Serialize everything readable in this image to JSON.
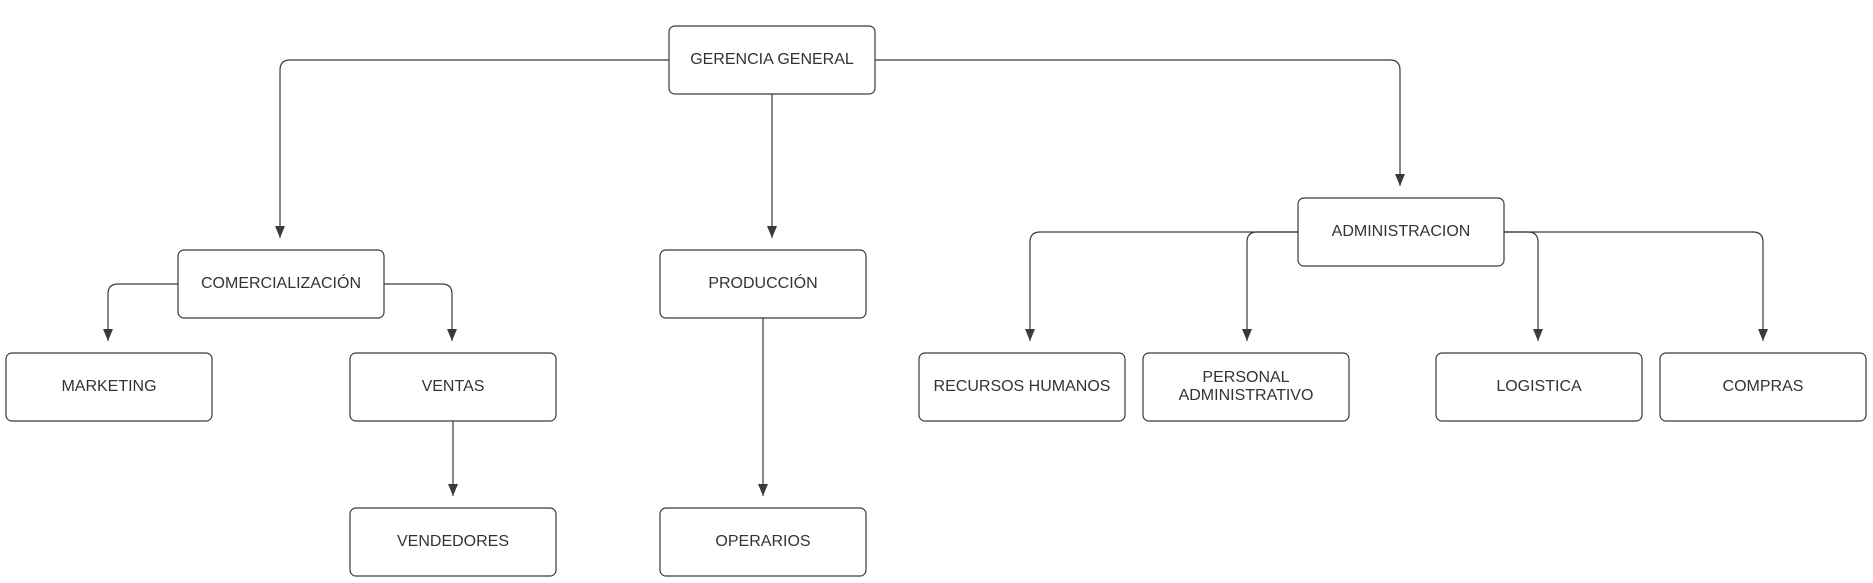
{
  "colors": {
    "background": "#ffffff",
    "stroke": "#3a3a3a",
    "text": "#333333"
  },
  "nodes": [
    {
      "id": "gerencia",
      "lines": [
        "GERENCIA GENERAL"
      ]
    },
    {
      "id": "comercializacion",
      "lines": [
        "COMERCIALIZACIÓN"
      ]
    },
    {
      "id": "produccion",
      "lines": [
        "PRODUCCIÓN"
      ]
    },
    {
      "id": "administracion",
      "lines": [
        "ADMINISTRACION"
      ]
    },
    {
      "id": "marketing",
      "lines": [
        "MARKETING"
      ]
    },
    {
      "id": "ventas",
      "lines": [
        "VENTAS"
      ]
    },
    {
      "id": "vendedores",
      "lines": [
        "VENDEDORES"
      ]
    },
    {
      "id": "operarios",
      "lines": [
        "OPERARIOS"
      ]
    },
    {
      "id": "recursos-humanos",
      "lines": [
        "RECURSOS HUMANOS"
      ]
    },
    {
      "id": "personal-administrativo",
      "lines": [
        "PERSONAL",
        "ADMINISTRATIVO"
      ]
    },
    {
      "id": "logistica",
      "lines": [
        "LOGISTICA"
      ]
    },
    {
      "id": "compras",
      "lines": [
        "COMPRAS"
      ]
    }
  ],
  "edges": [
    {
      "from": "gerencia",
      "to": "comercializacion"
    },
    {
      "from": "gerencia",
      "to": "produccion"
    },
    {
      "from": "gerencia",
      "to": "administracion"
    },
    {
      "from": "comercializacion",
      "to": "marketing"
    },
    {
      "from": "comercializacion",
      "to": "ventas"
    },
    {
      "from": "ventas",
      "to": "vendedores"
    },
    {
      "from": "produccion",
      "to": "operarios"
    },
    {
      "from": "administracion",
      "to": "recursos-humanos"
    },
    {
      "from": "administracion",
      "to": "personal-administrativo"
    },
    {
      "from": "administracion",
      "to": "logistica"
    },
    {
      "from": "administracion",
      "to": "compras"
    }
  ]
}
